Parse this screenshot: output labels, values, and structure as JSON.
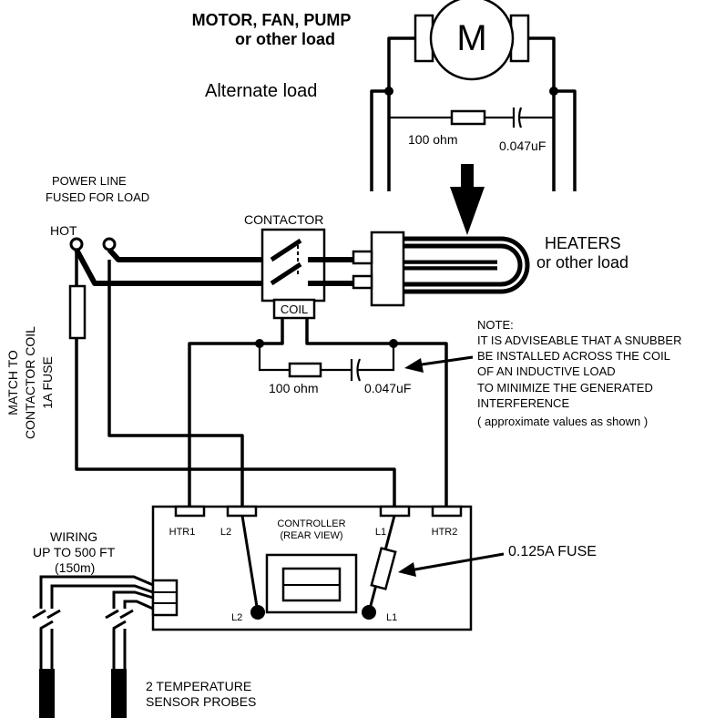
{
  "load": {
    "title_line1": "MOTOR, FAN, PUMP",
    "title_line2": "or other load",
    "motor_symbol": "M",
    "alternate_label": "Alternate load",
    "resistor_label": "100 ohm",
    "capacitor_label": "0.047uF"
  },
  "power_line": {
    "line1": "POWER LINE",
    "line2": "FUSED FOR LOAD",
    "hot_label": "HOT"
  },
  "contactor": {
    "label": "CONTACTOR",
    "coil_label": "COIL",
    "resistor_label": "100 ohm",
    "capacitor_label": "0.047uF"
  },
  "heaters": {
    "line1": "HEATERS",
    "line2": "or other load"
  },
  "coil_fuse": {
    "line1": "MATCH TO",
    "line2": "CONTACTOR COIL",
    "line3": "1A FUSE"
  },
  "note": {
    "lines": [
      "NOTE:",
      "IT IS ADVISEABLE THAT A SNUBBER",
      "BE INSTALLED ACROSS THE COIL",
      "OF AN INDUCTIVE LOAD",
      "TO MINIMIZE THE GENERATED",
      "INTERFERENCE",
      "( approximate values as shown )"
    ]
  },
  "controller": {
    "title_line1": "CONTROLLER",
    "title_line2": "(REAR VIEW)",
    "terminals": [
      "HTR1",
      "L2",
      "L1",
      "HTR2"
    ],
    "inner_l2": "L2",
    "inner_l1": "L1",
    "fuse_label": "0.125A FUSE"
  },
  "wiring": {
    "line1": "WIRING",
    "line2": "UP TO 500 FT",
    "line3": "(150m)"
  },
  "probes": {
    "line1": "2 TEMPERATURE",
    "line2": "SENSOR PROBES"
  },
  "colors": {
    "ink": "#000000",
    "background": "#ffffff"
  }
}
